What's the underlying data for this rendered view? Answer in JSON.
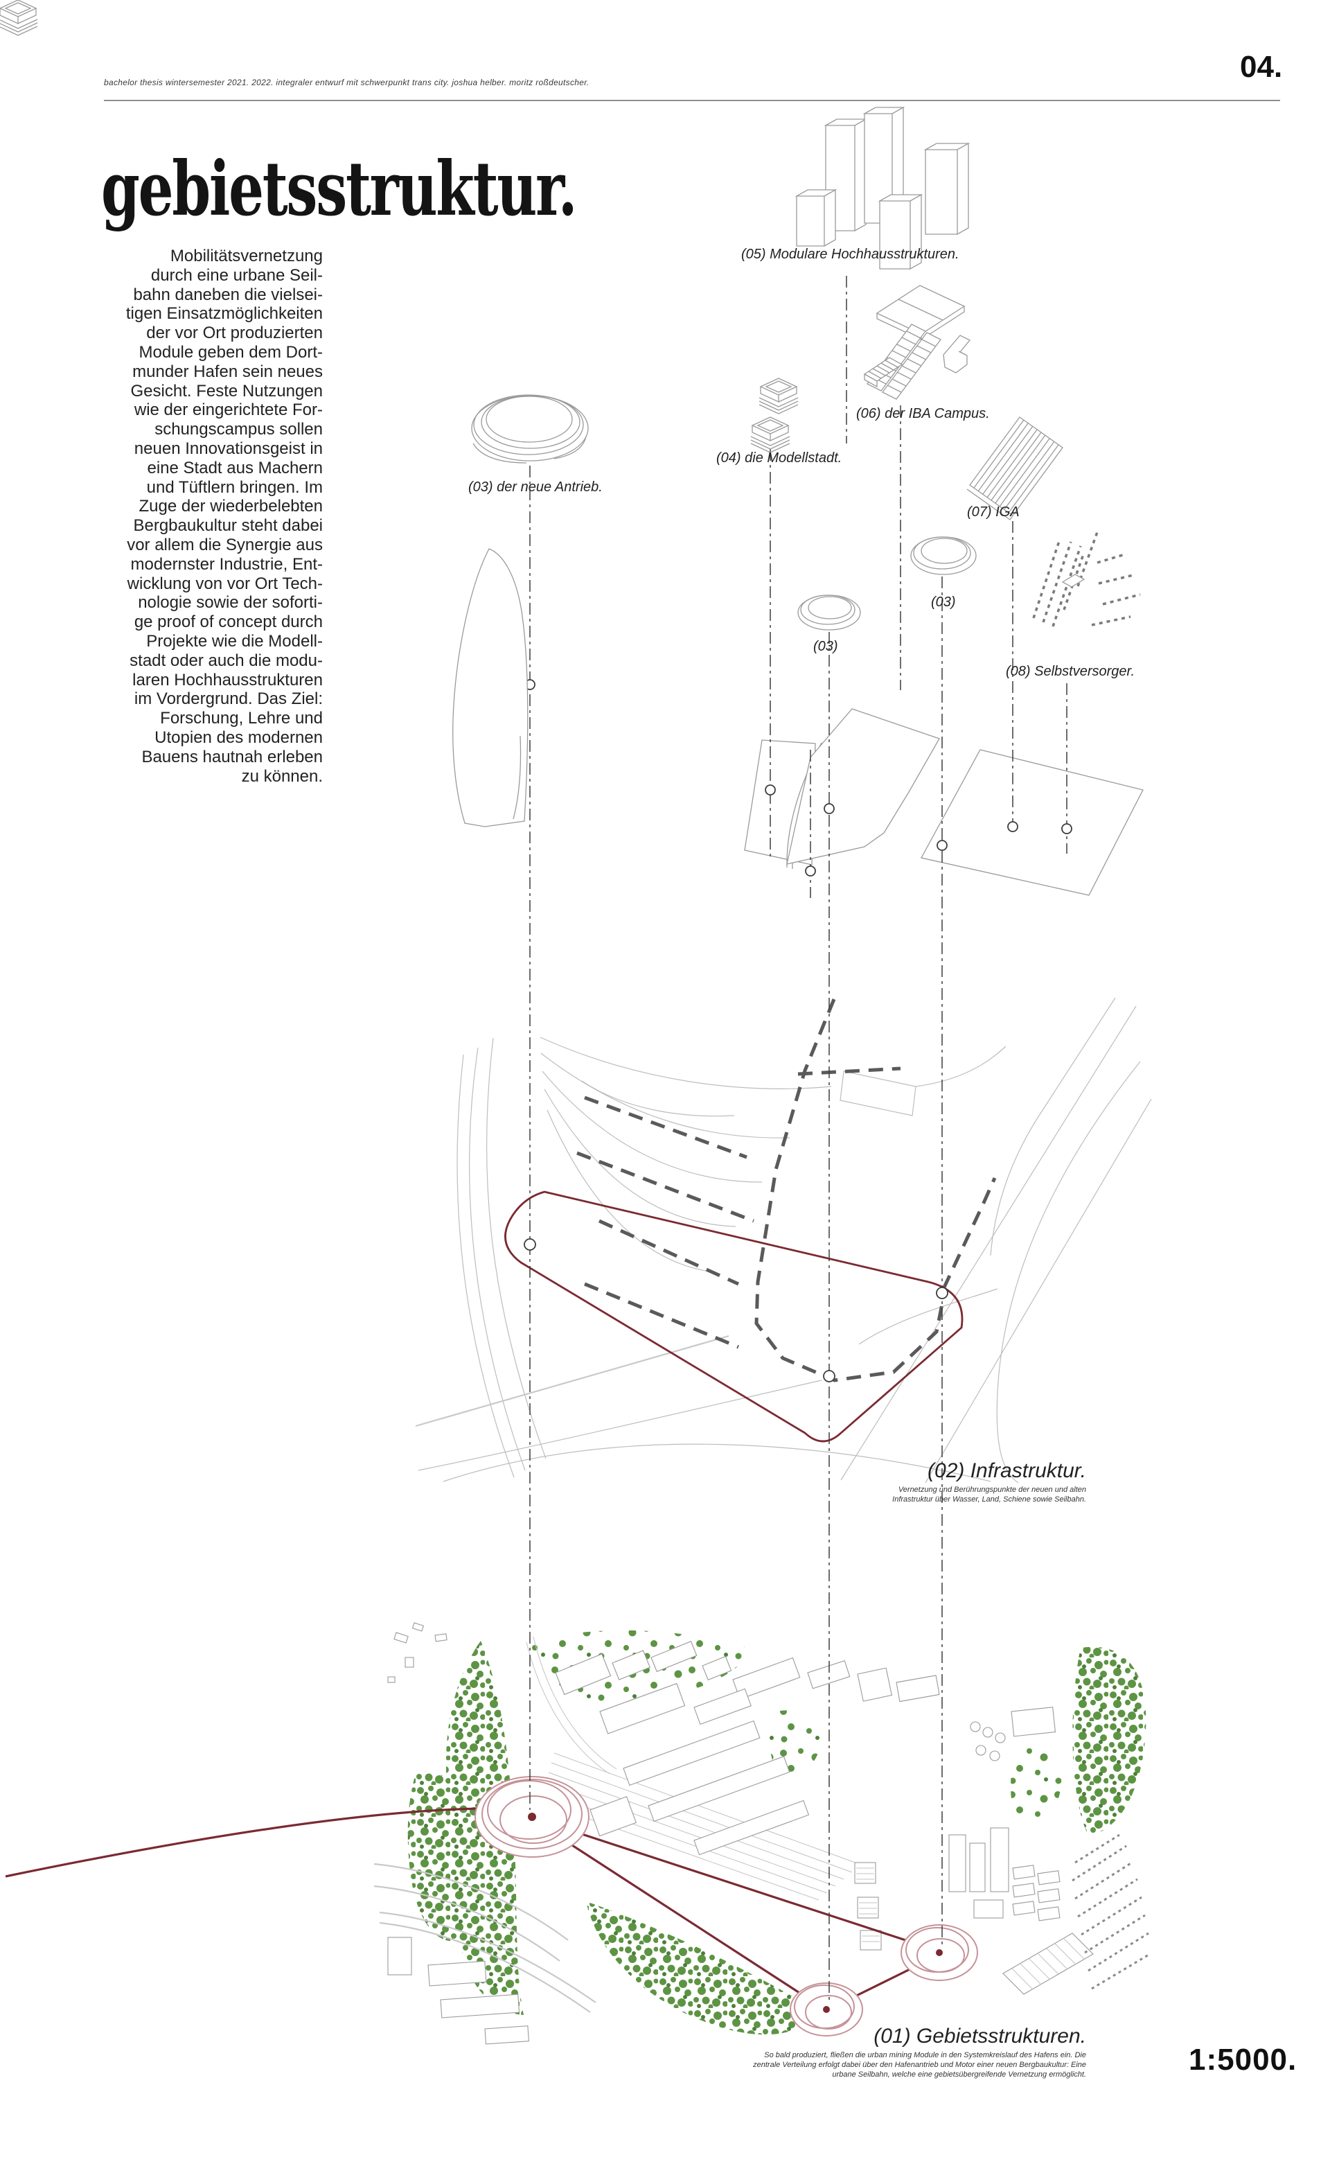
{
  "page": {
    "number": "04.",
    "scale": "1:5000."
  },
  "header": {
    "credits": "bachelor thesis wintersemester 2021. 2022. integraler entwurf mit schwerpunkt trans city. joshua helber. moritz roßdeutscher."
  },
  "title": "gebietsstruktur.",
  "intro": "Mobilitätsvernetzung\ndurch eine urbane Seil-\nbahn daneben die vielsei-\ntigen Einsatzmöglichkeiten\nder vor Ort produzierten\nModule geben dem Dort-\nmunder Hafen sein neues\nGesicht. Feste Nutzungen\nwie der eingerichtete For-\nschungscampus sollen\nneuen Innovationsgeist in\neine Stadt aus Machern\nund Tüftlern bringen. Im\nZuge der wiederbelebten\nBergbaukultur steht dabei\nvor allem die Synergie aus\nmodernster Industrie, Ent-\nwicklung von vor Ort Tech-\nnologie sowie der soforti-\nge proof of concept durch\nProjekte wie die Modell-\nstadt oder auch die modu-\nlaren Hochhausstrukturen\nim Vordergrund. Das Ziel:\nForschung, Lehre und\nUtopien des modernen\nBauens hautnah erleben\nzu können.",
  "labels": {
    "l05": "(05) Modulare Hochhausstrukturen.",
    "l06": "(06) der IBA Campus.",
    "l04": "(04) die Modellstadt.",
    "l03a": "(03) der neue Antrieb.",
    "l07": "(07) IGA",
    "l03b": "(03)",
    "l03c": "(03)",
    "l08": "(08) Selbstversorger."
  },
  "section02": {
    "title": "(02) Infrastruktur.",
    "subtext": "Vernetzung und Berührungspunkte der neuen und alten\nInfrastruktur über Wasser, Land, Schiene sowie Seilbahn."
  },
  "section01": {
    "title": "(01) Gebietsstrukturen.",
    "subtext": "So bald produziert, fließen die urban mining Module in den Systemkreislauf des Hafens ein. Die\nzentrale Verteilung erfolgt dabei über den Hafenantrieb und Motor einer neuen Bergbaukultur: Eine\nurbane Seilbahn, welche eine gebietsübergreifende Vernetzung ermöglicht."
  },
  "colors": {
    "accent_red": "#7b2a32",
    "station_red": "#c59298",
    "tree_green": "#5d9444",
    "tree_green_dark": "#4c8038",
    "line_grey": "#9a9a9a",
    "dash_grey": "#5a5a5a"
  }
}
